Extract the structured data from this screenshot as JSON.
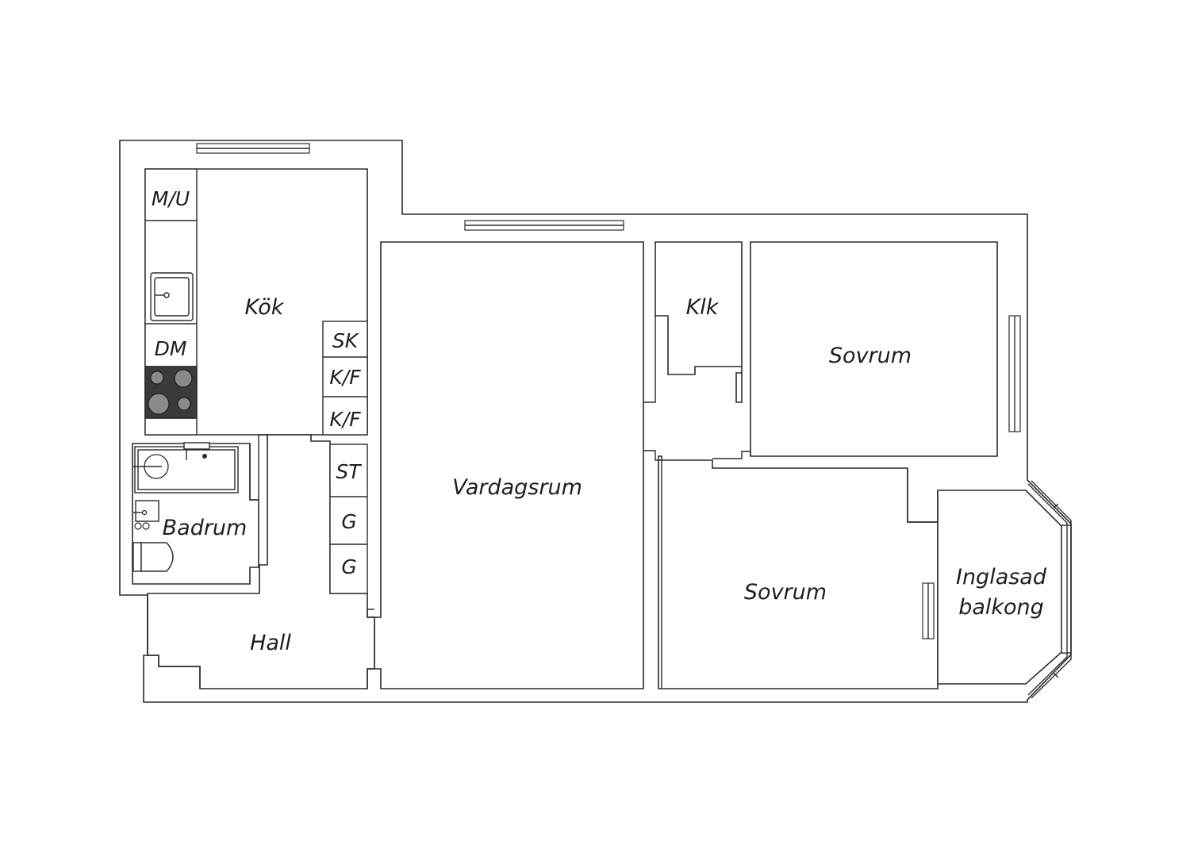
{
  "rooms": {
    "kok": "Kök",
    "vardagsrum": "Vardagsrum",
    "klk": "Klk",
    "sovrum_top": "Sovrum",
    "sovrum_bottom": "Sovrum",
    "balkong_line1": "Inglasad",
    "balkong_line2": "balkong",
    "badrum": "Badrum",
    "hall": "Hall"
  },
  "cabinets": {
    "mu": "M/U",
    "dm": "DM",
    "sk": "SK",
    "kf1": "K/F",
    "kf2": "K/F",
    "st": "ST",
    "g1": "G",
    "g2": "G"
  }
}
